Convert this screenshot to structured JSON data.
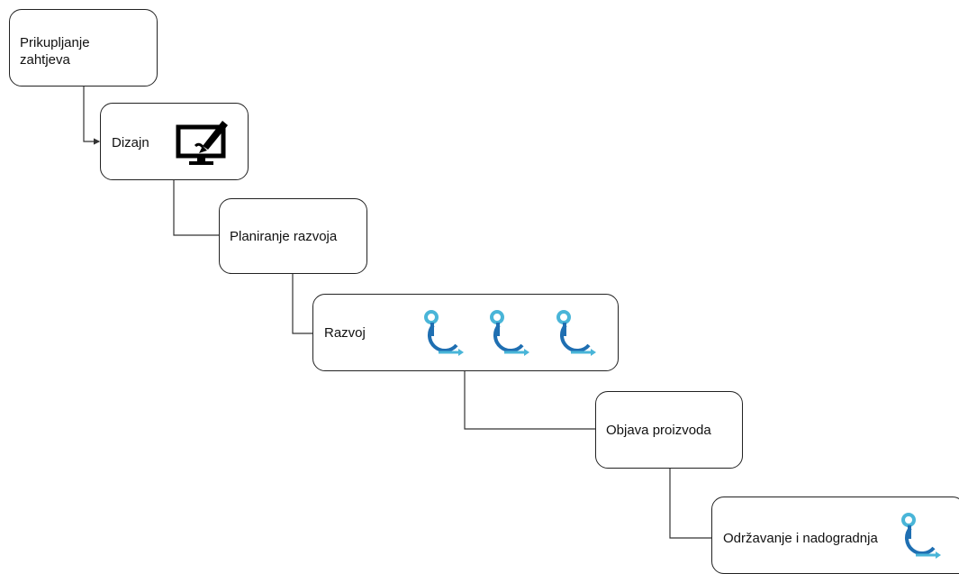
{
  "diagram": {
    "steps": [
      {
        "label": "Prikupljanje zahtjeva"
      },
      {
        "label": "Dizajn",
        "icon": "monitor-pen-icon"
      },
      {
        "label": "Planiranje razvoja"
      },
      {
        "label": "Razvoj",
        "icon": "iteration-cycle-icon",
        "icon_count": 3
      },
      {
        "label": "Objava proizvoda"
      },
      {
        "label": "Održavanje i nadogradnja",
        "icon": "iteration-cycle-icon",
        "icon_count": 1
      }
    ],
    "colors": {
      "border": "#222222",
      "connector": "#333333",
      "cycle_dark": "#1f6fb2",
      "cycle_light": "#49b5d8"
    }
  }
}
